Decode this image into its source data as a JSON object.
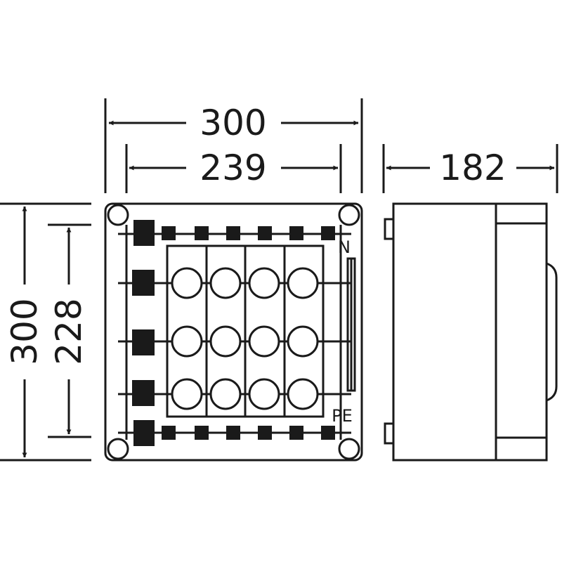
{
  "dimensions": {
    "front_width_outer": "300",
    "front_width_inner": "239",
    "side_depth": "182",
    "front_height_outer": "300",
    "front_height_inner": "228"
  },
  "labels": {
    "neutral": "N",
    "protective_earth": "PE"
  },
  "colors": {
    "line": "#1a1a1a",
    "background": "#ffffff"
  },
  "fuse_grid": {
    "rows": 3,
    "columns": 4
  }
}
